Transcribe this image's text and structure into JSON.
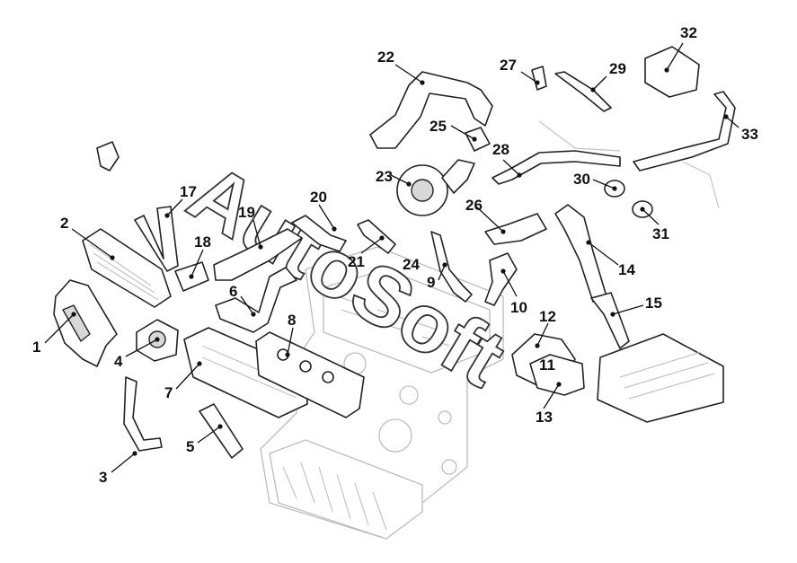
{
  "watermark": "AutoSoft",
  "callouts": [
    "1",
    "2",
    "3",
    "4",
    "5",
    "6",
    "7",
    "8",
    "9",
    "10",
    "11",
    "12",
    "13",
    "14",
    "15",
    "17",
    "18",
    "19",
    "20",
    "21",
    "22",
    "23",
    "24",
    "25",
    "26",
    "27",
    "28",
    "29",
    "30",
    "31",
    "32",
    "33"
  ]
}
